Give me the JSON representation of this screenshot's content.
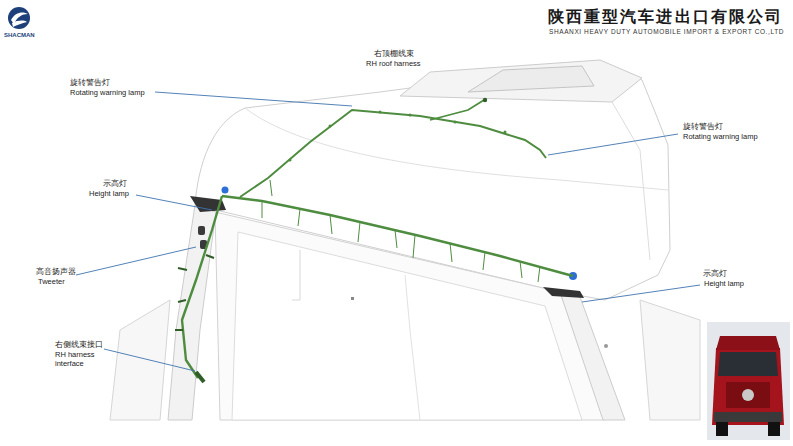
{
  "diagram": {
    "title": "右顶棚线束",
    "labels": [
      "SHACMAN",
      "陕西重型汽车进出口有限公司",
      "SHAANXI HEAVY DUTY AUTOMOBILE IMPORT & EXPORT CO.,LTD",
      "RH roof harness",
      "旋转警告灯",
      "Rotating warning lamp",
      "旋转警告灯",
      "Rotating warning lamp",
      "示高灯",
      "Height lamp",
      "高音扬声器",
      "Tweeter",
      "右侧线束接口",
      "RH harness interface",
      "示高灯",
      "Height lamp"
    ]
  }
}
